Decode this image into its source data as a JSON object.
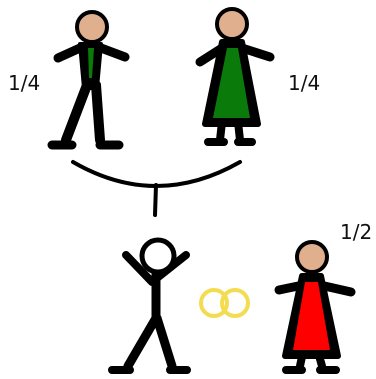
{
  "labels": {
    "left_parent": "1/4",
    "right_parent": "1/4",
    "spouse": "1/2"
  },
  "figures": {
    "left_parent": {
      "icon": "male-figure-icon",
      "shirt_color": "#0a7a0a"
    },
    "right_parent": {
      "icon": "female-figure-icon",
      "dress_color": "#0a7a0a"
    },
    "child": {
      "icon": "male-stick-figure-icon"
    },
    "spouse": {
      "icon": "female-figure-icon",
      "dress_color": "#ff0000"
    }
  },
  "colors": {
    "skin": "#e0b08e",
    "line": "#000000",
    "rings": "#f4dc50"
  },
  "marriage_symbol": {
    "icon": "wedding-rings-icon"
  }
}
